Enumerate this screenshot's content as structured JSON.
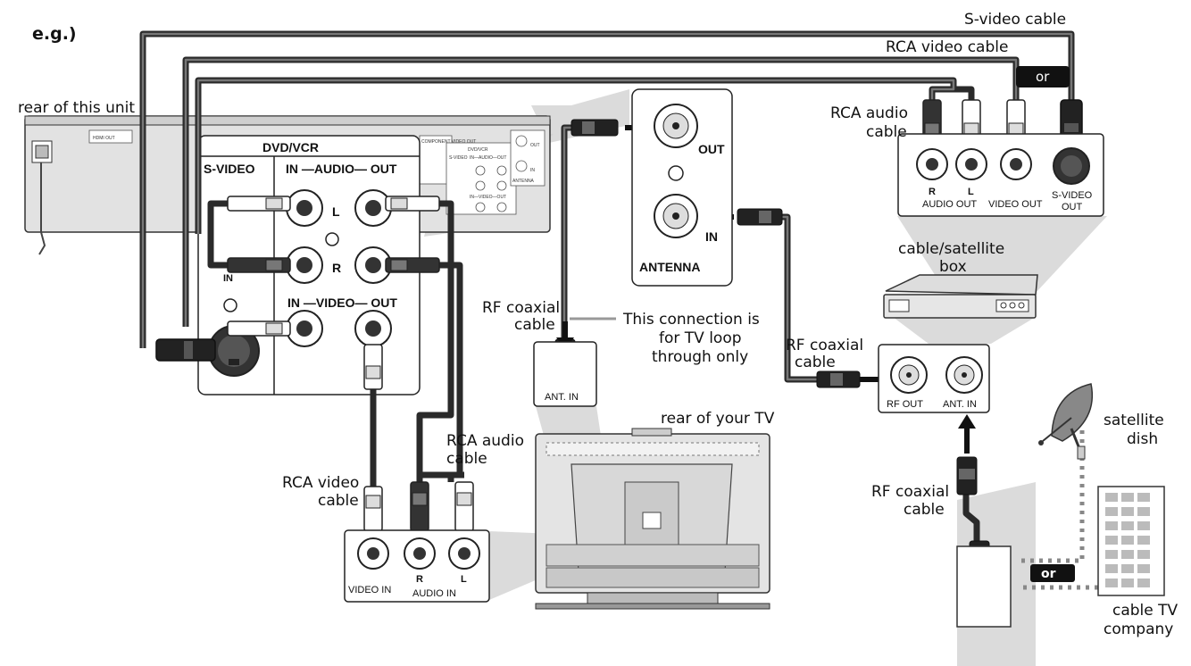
{
  "example_label": "e.g.)",
  "labels": {
    "rear_unit": "rear of this unit",
    "svideo_cable": "S-video cable",
    "rca_video_cable_top": "RCA video cable",
    "or_top": "or",
    "rca_audio_cable_top_1": "RCA audio",
    "rca_audio_cable_top_2": "cable",
    "rf_coax_1a": "RF coaxial",
    "rf_coax_1b": "cable",
    "loop_note_1": "This connection is",
    "loop_note_2": "for TV loop",
    "loop_note_3": "through only",
    "cable_box_1": "cable/satellite",
    "cable_box_2": "box",
    "rf_coax_2a": "RF coaxial",
    "rf_coax_2b": "cable",
    "rear_tv": "rear of your TV",
    "rca_audio_cable_mid_1": "RCA audio",
    "rca_audio_cable_mid_2": "cable",
    "rca_video_cable_mid_1": "RCA video",
    "rca_video_cable_mid_2": "cable",
    "sat_dish_1": "satellite",
    "sat_dish_2": "dish",
    "rf_coax_3a": "RF coaxial",
    "rf_coax_3b": "cable",
    "cable_tv_1": "cable TV",
    "cable_tv_2": "company",
    "or_bottom": "or"
  },
  "unit_panel": {
    "title": "DVD/VCR",
    "svideo": "S-VIDEO",
    "audio_header": "IN —AUDIO— OUT",
    "left": "L",
    "right": "R",
    "in": "IN",
    "video_header": "IN —VIDEO— OUT"
  },
  "antenna_panel": {
    "out": "OUT",
    "in": "IN",
    "title": "ANTENNA"
  },
  "box_outputs": {
    "r": "R",
    "l": "L",
    "audio_out": "AUDIO OUT",
    "video_out": "VIDEO OUT",
    "svideo_out_1": "S-VIDEO",
    "svideo_out_2": "OUT"
  },
  "box_rf": {
    "rf_out": "RF OUT",
    "ant_in": "ANT. IN"
  },
  "tv_antenna": {
    "ant_in": "ANT. IN"
  },
  "tv_inputs": {
    "video_in": "VIDEO IN",
    "r": "R",
    "l": "L",
    "audio_in": "AUDIO IN"
  },
  "unit_rear_tiny": {
    "hdmi": "HDMI OUT",
    "component": "COMPONENT VIDEO OUT",
    "dvdvcr": "DVD/VCR",
    "svideo": "S-VIDEO",
    "audio": "IN—AUDIO—OUT",
    "video": "IN—VIDEO—OUT",
    "antenna": "ANTENNA",
    "out": "OUT",
    "in": "IN"
  },
  "colors": {
    "cable": "#2a2a2a",
    "shade": "#cfcfcf",
    "accent_black": "#1a1a1a"
  }
}
